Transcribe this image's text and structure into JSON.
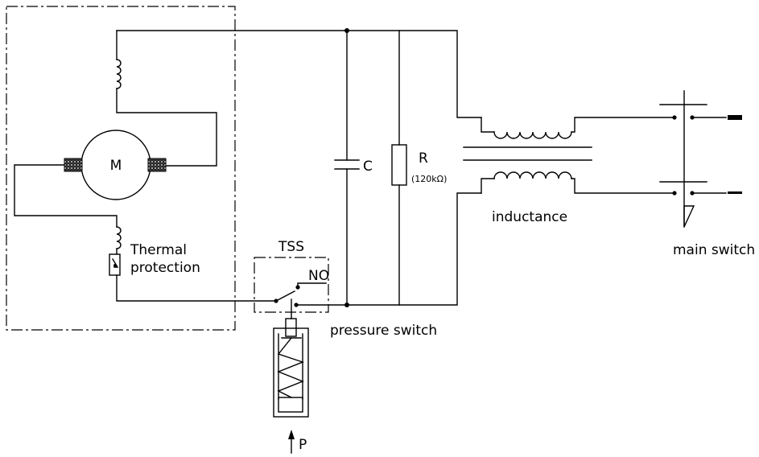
{
  "labels": {
    "motor": "M",
    "thermal_line1": "Thermal",
    "thermal_line2": "protection",
    "tss": "TSS",
    "no_contact": "NO",
    "capacitor": "C",
    "resistor": "R",
    "resistor_value": "(120kΩ)",
    "inductance": "inductance",
    "pressure_switch": "pressure switch",
    "main_switch": "main switch",
    "pressure": "P"
  }
}
